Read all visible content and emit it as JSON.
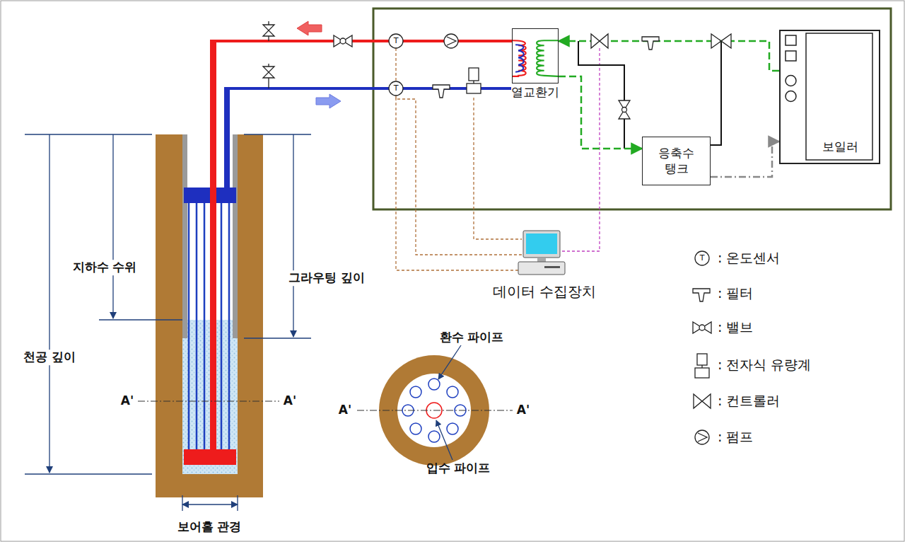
{
  "diagram": {
    "nodes": [
      {
        "text": [
          "열교환기"
        ]
      },
      {
        "text": [
          "응축수 탱크"
        ]
      },
      {
        "text": [
          "보일러"
        ]
      }
    ],
    "edges": [
      {
        "from": 2,
        "to": 0,
        "arrow": "to"
      },
      {
        "from": 0,
        "to": 1,
        "arrow": "to"
      },
      {
        "from": 1,
        "to": 2,
        "arrow": "to"
      }
    ],
    "labels": [
      "지하수 수위",
      "그라우팅 깊이",
      "천공 깊이",
      "A'",
      "A'",
      "A'",
      "A'",
      "환수 파이프",
      "입수 파이프",
      "보어홀 관경",
      "데이터 수집장치",
      "T",
      "T",
      "T"
    ],
    "legend": [
      {
        "text": ": 온도센서"
      },
      {
        "text": ": 필터"
      },
      {
        "text": ": 밸브"
      },
      {
        "text": ": 전자식 유량계"
      },
      {
        "text": ": 컨트롤러"
      },
      {
        "text": ": 펌프"
      }
    ]
  }
}
